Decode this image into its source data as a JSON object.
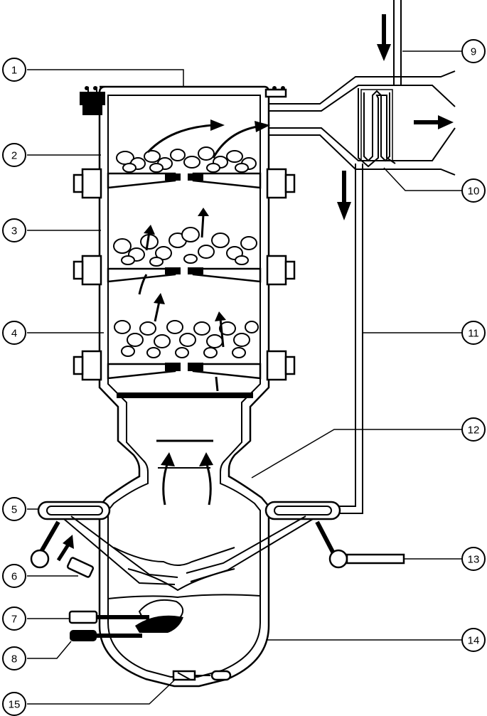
{
  "diagram": {
    "callouts": [
      {
        "id": "c1",
        "label": "1"
      },
      {
        "id": "c2",
        "label": "2"
      },
      {
        "id": "c3",
        "label": "3"
      },
      {
        "id": "c4",
        "label": "4"
      },
      {
        "id": "c5",
        "label": "5"
      },
      {
        "id": "c6",
        "label": "6"
      },
      {
        "id": "c7",
        "label": "7"
      },
      {
        "id": "c8",
        "label": "8"
      },
      {
        "id": "c9",
        "label": "9"
      },
      {
        "id": "c10",
        "label": "10"
      },
      {
        "id": "c11",
        "label": "11"
      },
      {
        "id": "c12",
        "label": "12"
      },
      {
        "id": "c13",
        "label": "13"
      },
      {
        "id": "c14",
        "label": "14"
      },
      {
        "id": "c15",
        "label": "15"
      }
    ],
    "colors": {
      "line": "#000000",
      "fill": "#ffffff"
    }
  }
}
